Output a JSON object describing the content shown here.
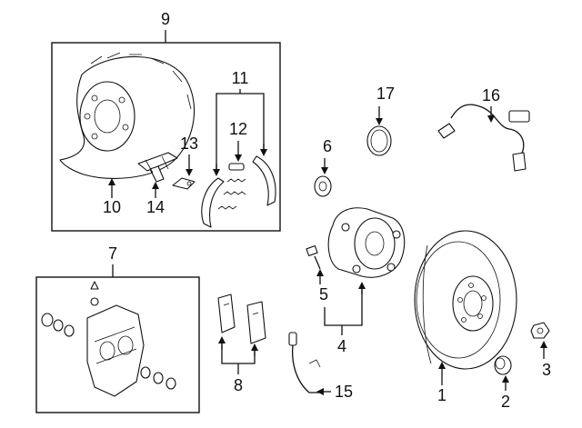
{
  "callouts": {
    "c1": "1",
    "c2": "2",
    "c3": "3",
    "c4": "4",
    "c5": "5",
    "c6": "6",
    "c7": "7",
    "c8": "8",
    "c9": "9",
    "c10": "10",
    "c11": "11",
    "c12": "12",
    "c13": "13",
    "c14": "14",
    "c15": "15",
    "c16": "16",
    "c17": "17"
  },
  "colors": {
    "line": "#111111",
    "background": "#ffffff"
  }
}
